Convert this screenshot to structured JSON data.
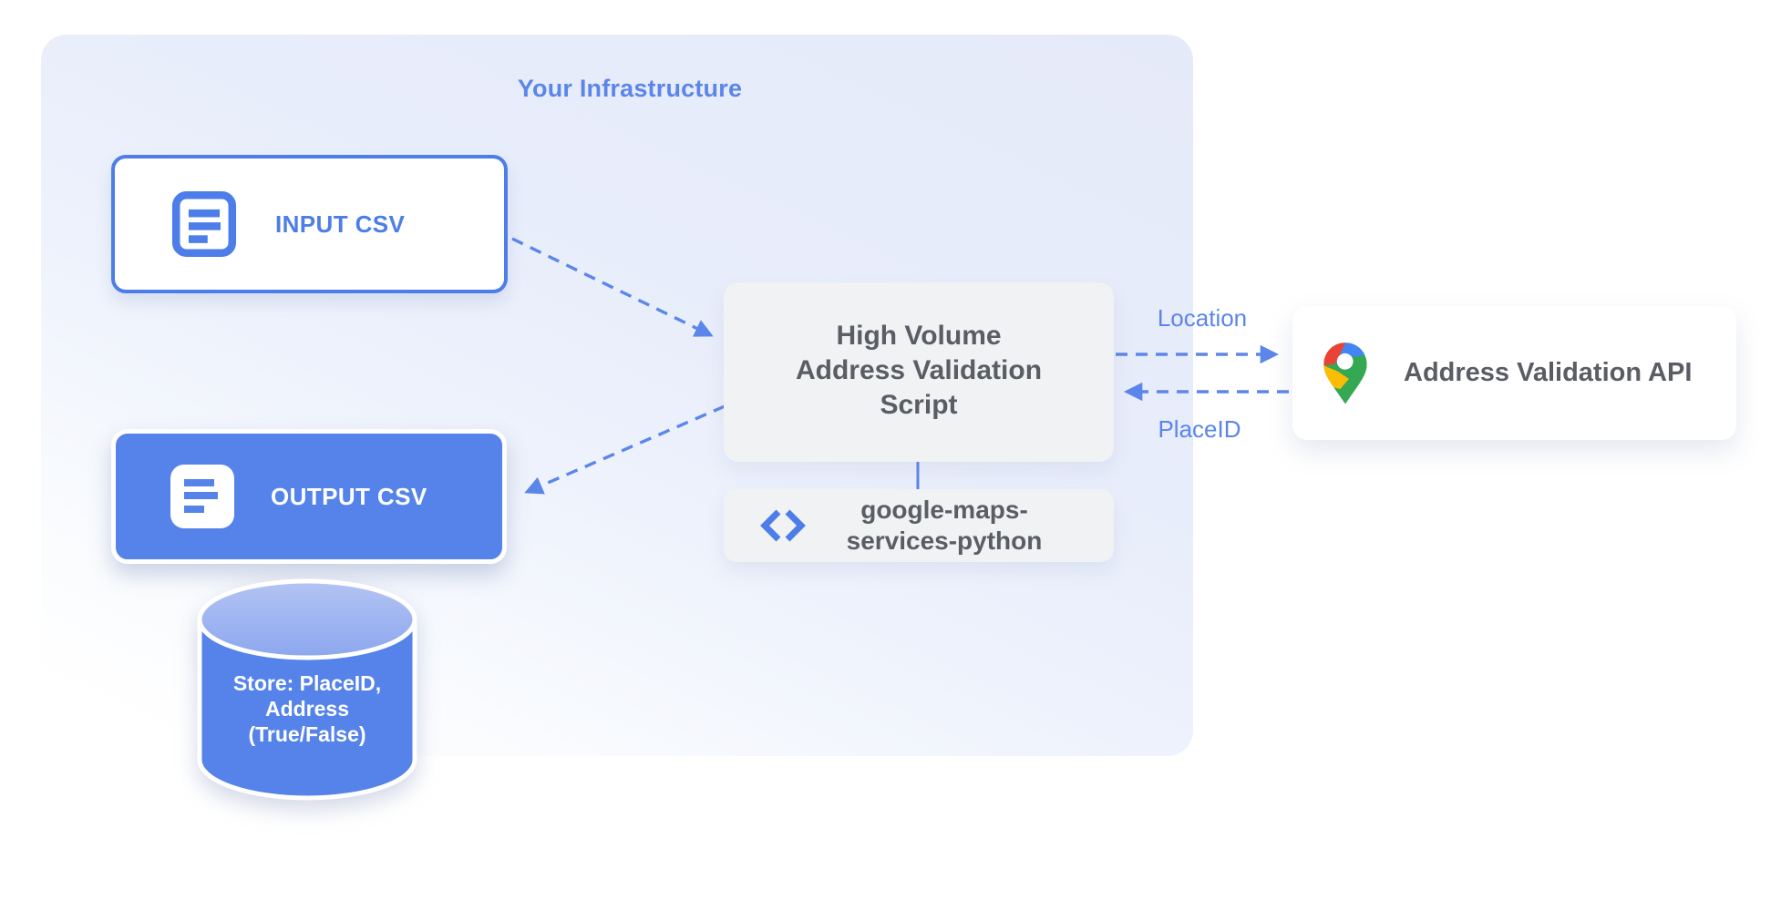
{
  "infrastructure": {
    "title": "Your Infrastructure"
  },
  "nodes": {
    "input_csv": {
      "label": "INPUT CSV",
      "icon": "document-lines-outline-icon"
    },
    "output_csv": {
      "label": "OUTPUT CSV",
      "icon": "document-lines-filled-icon"
    },
    "datastore": {
      "icon": "database-cylinder-icon",
      "line1": "Store: PlaceID,",
      "line2": "Address",
      "line3": "(True/False)"
    },
    "script": {
      "line1": "High Volume",
      "line2": "Address Validation",
      "line3": "Script"
    },
    "library": {
      "icon": "code-brackets-icon",
      "line1": "google-maps-",
      "line2": "services-python"
    },
    "api": {
      "icon": "google-maps-pin-icon",
      "label": "Address Validation API"
    }
  },
  "edges": {
    "location_label": "Location",
    "placeid_label": "PlaceID"
  },
  "colors": {
    "primary_blue": "#4D7DE8",
    "fill_blue": "#5583E9",
    "arrow_blue": "#5C86EA",
    "label_blue": "#5B85E9",
    "title_blue": "#5B85E9",
    "box_gray": "#F0F2F4",
    "text_gray": "#5A5D63",
    "pin_red": "#EA4335",
    "pin_blue": "#4285F4",
    "pin_yellow": "#FBBC04",
    "pin_green": "#34A853"
  }
}
